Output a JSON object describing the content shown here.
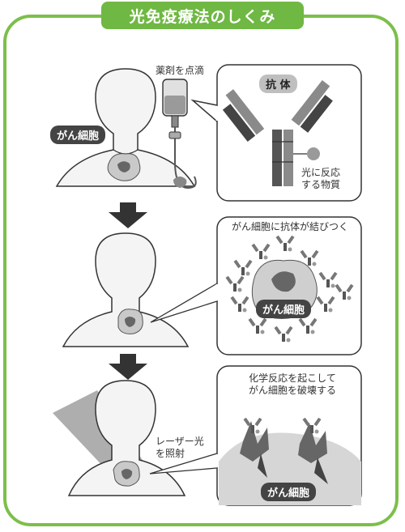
{
  "title": "光免疫療法のしくみ",
  "panel1": {
    "drip_label": "薬剤を点滴",
    "cancer_tag": "がん細胞",
    "antibody_title": "抗 体",
    "light_reactive_line1": "光に反応",
    "light_reactive_line2": "する物質"
  },
  "panel2": {
    "caption": "がん細胞に抗体が結びつく",
    "cancer_tag": "がん細胞"
  },
  "panel3": {
    "laser_line1": "レーザー光",
    "laser_line2": "を照射",
    "caption_line1": "化学反応を起こして",
    "caption_line2": "がん細胞を破壊する",
    "cancer_tag": "がん細胞"
  },
  "colors": {
    "frame": "#7cbf4a",
    "title_bg": "#6fb843",
    "dark": "#444444",
    "mid": "#8a8a8a",
    "light": "#c8c8c8"
  }
}
